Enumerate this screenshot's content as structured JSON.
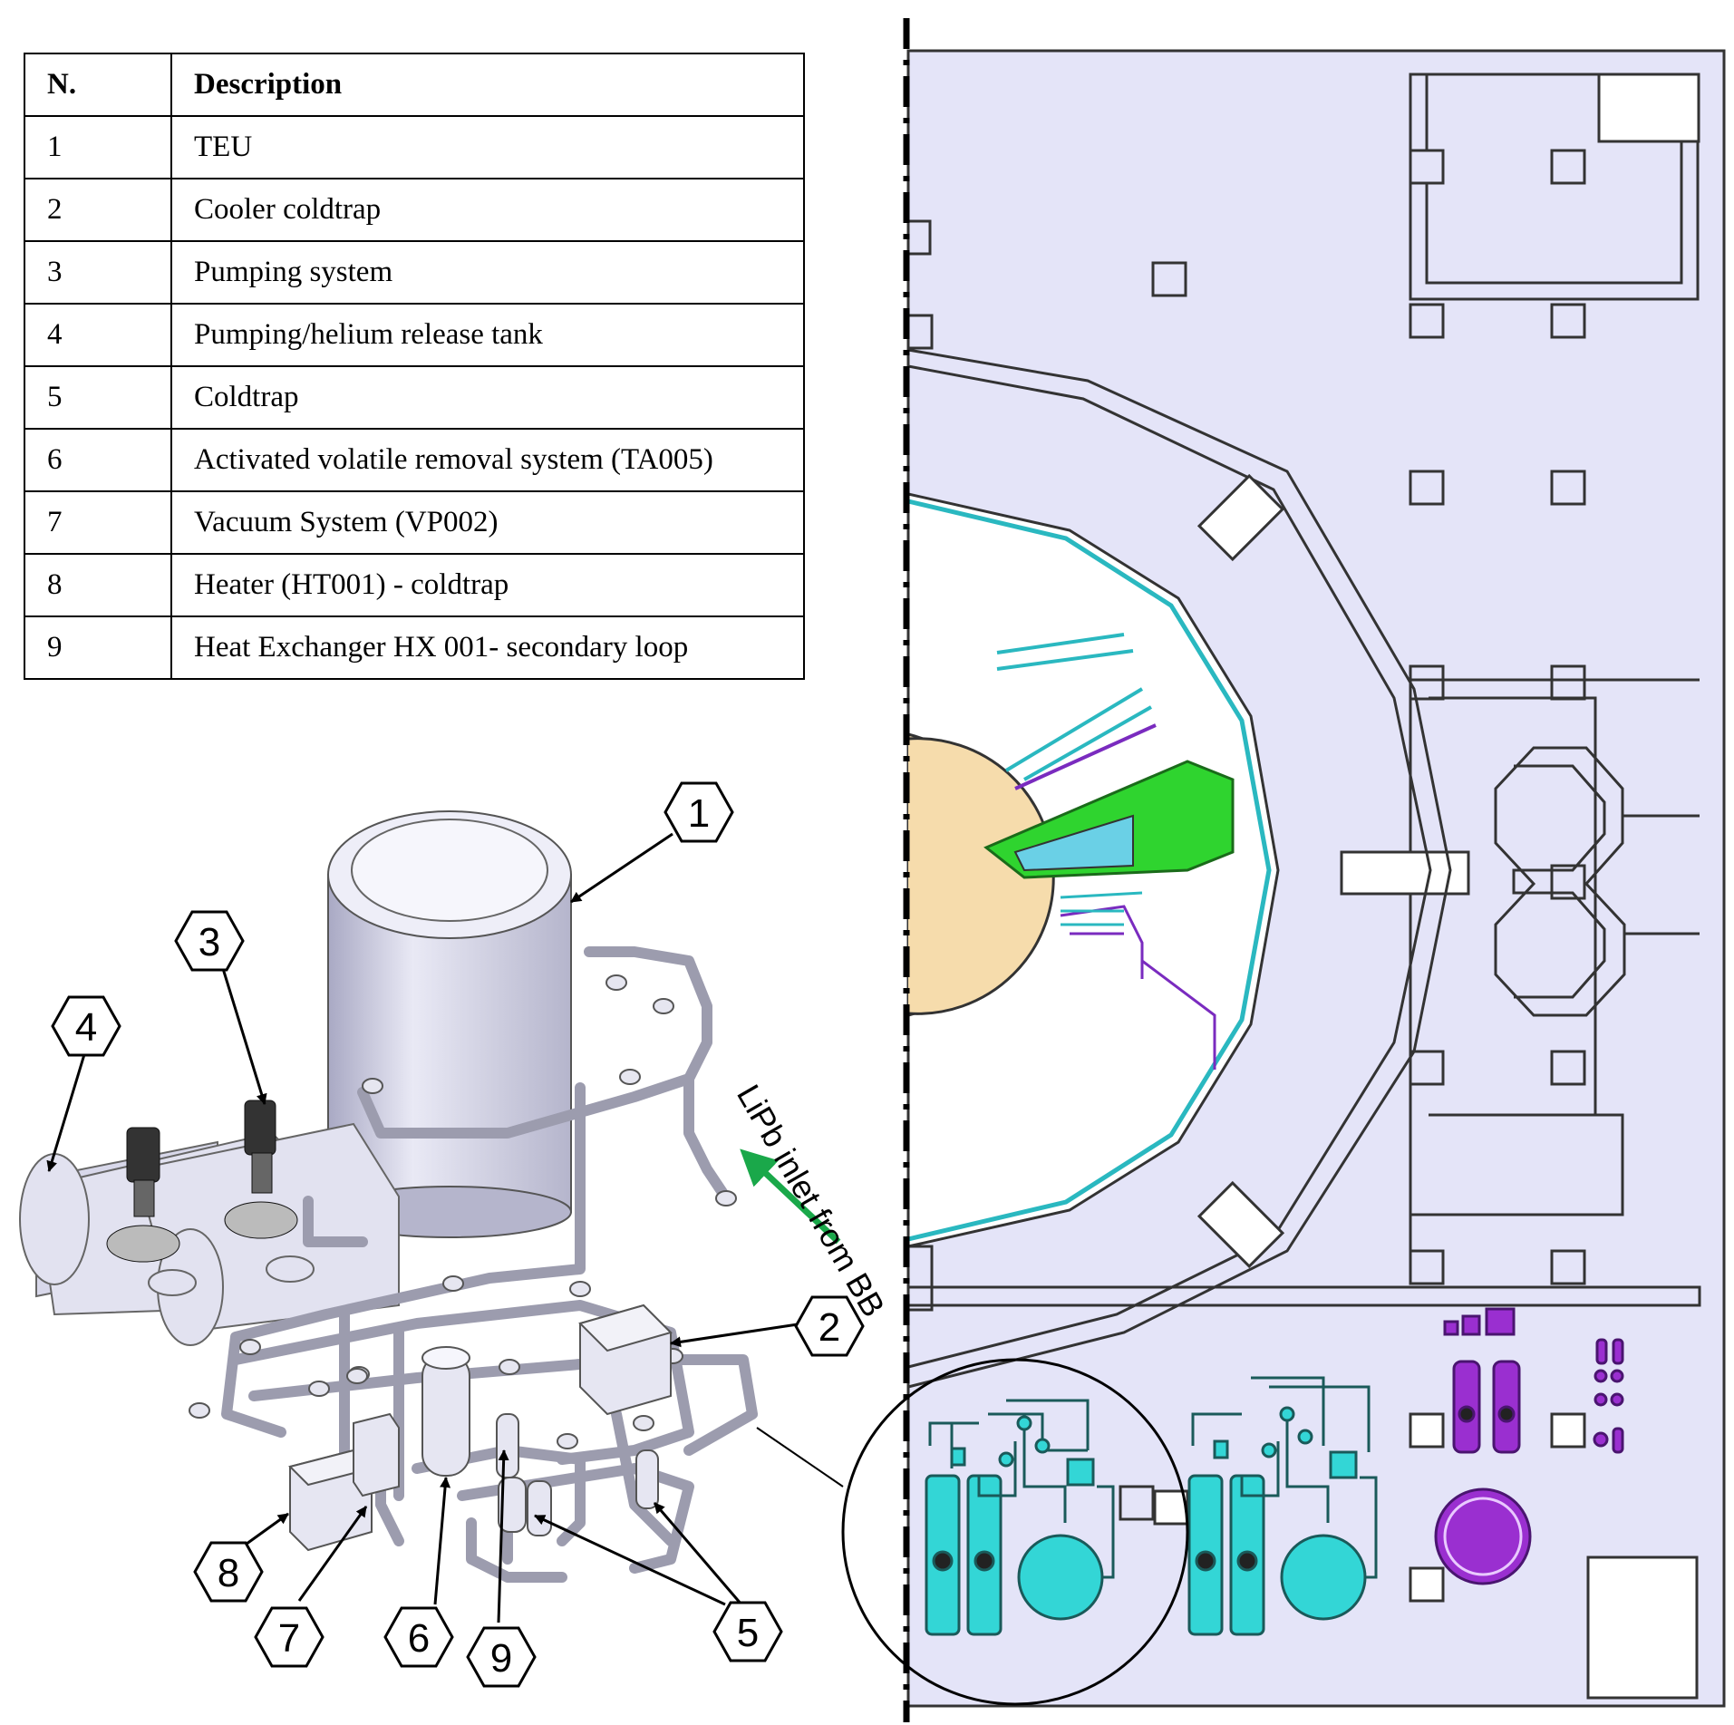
{
  "table": {
    "header": {
      "num": "N.",
      "desc": "Description"
    },
    "rows": [
      {
        "num": "1",
        "desc": "TEU"
      },
      {
        "num": "2",
        "desc": "Cooler coldtrap"
      },
      {
        "num": "3",
        "desc": "Pumping system"
      },
      {
        "num": "4",
        "desc": "Pumping/helium release tank"
      },
      {
        "num": "5",
        "desc": "Coldtrap"
      },
      {
        "num": "6",
        "desc": "Activated volatile removal system (TA005)"
      },
      {
        "num": "7",
        "desc": "Vacuum  System (VP002)"
      },
      {
        "num": "8",
        "desc": "Heater (HT001) -  coldtrap"
      },
      {
        "num": "9",
        "desc": "Heat Exchanger HX 001- secondary loop"
      }
    ]
  },
  "callouts": [
    "1",
    "2",
    "3",
    "4",
    "5",
    "6",
    "7",
    "8",
    "9"
  ],
  "annotation": "LiPb inlet from BB",
  "colors": {
    "building_fill": "#e4e4f8",
    "cyan_equipment": "#33d6d6",
    "purple_equipment": "#9a2fd0",
    "green_component": "#2fd42f",
    "plasma_core": "#f6dcac",
    "arrow_green": "#1aa84a",
    "equipment_gray": "#c8c8da"
  }
}
